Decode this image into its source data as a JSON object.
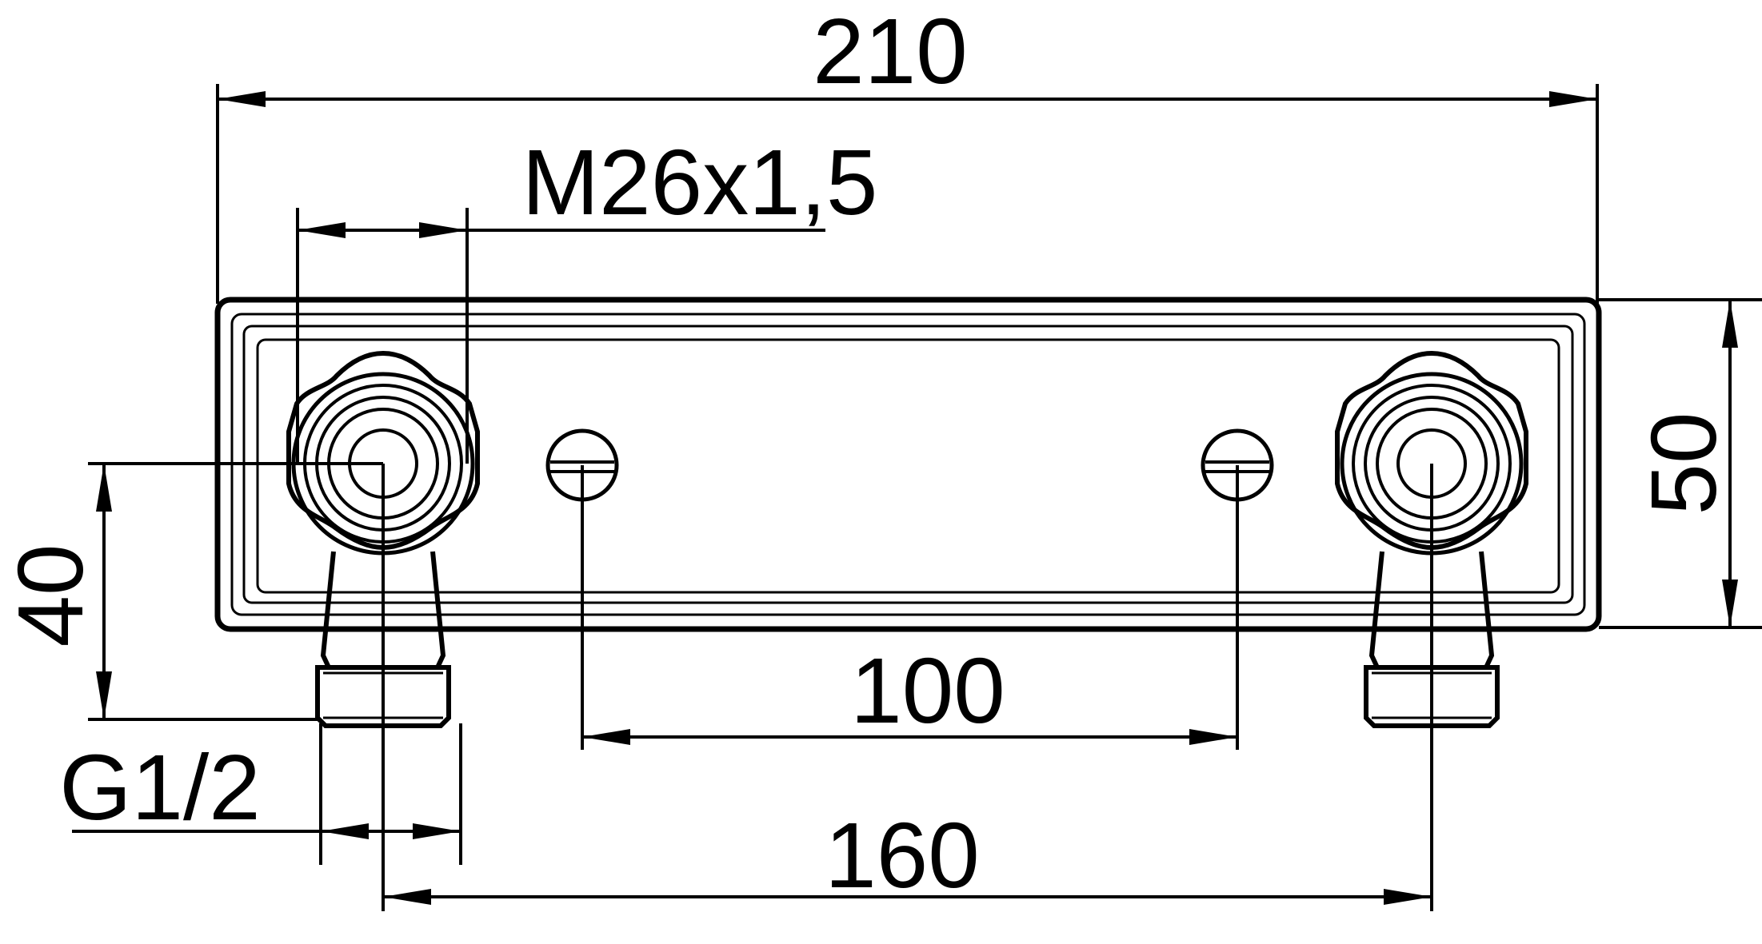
{
  "dimensions": {
    "overall_width": "210",
    "thread_nut": "M26x1,5",
    "height": "50",
    "center_offset": "40",
    "screw_spacing": "100",
    "pipe_thread": "G1/2",
    "outlet_spacing": "160"
  },
  "colors": {
    "line": "#000000",
    "background": "#ffffff"
  }
}
